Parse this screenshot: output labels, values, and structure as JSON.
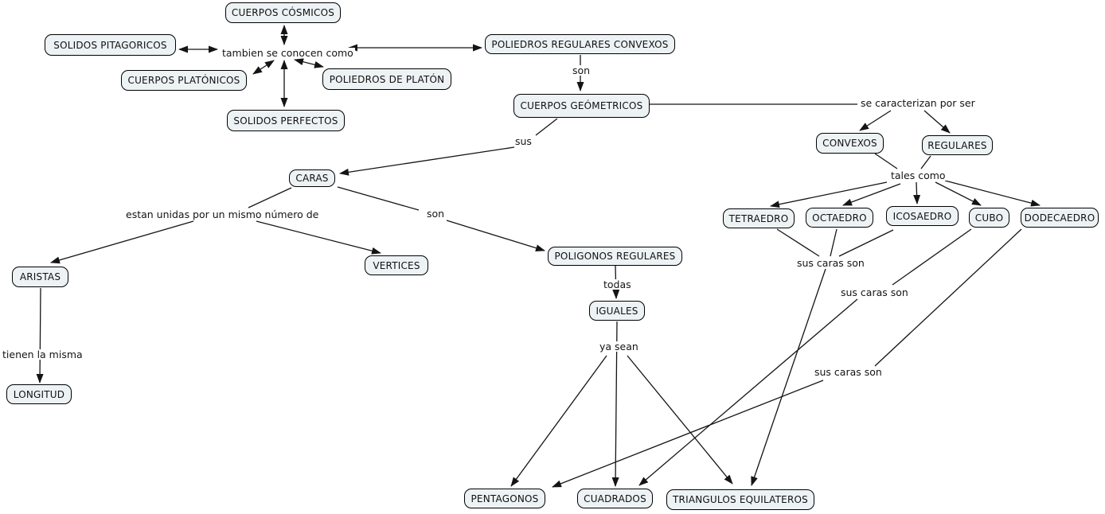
{
  "colors": {
    "background": "#ffffff",
    "node_fill": "#edf2f4",
    "node_border": "#000000",
    "line": "#141414",
    "text": "#111111"
  },
  "nodes": {
    "cuerpos_cosmicos": "CUERPOS CÓSMICOS",
    "solidos_pitagoricos": "SOLIDOS PITAGORICOS",
    "cuerpos_platonicos": "CUERPOS PLATÓNICOS",
    "poliedros_de_platon": "POLIEDROS DE PLATÓN",
    "solidos_perfectos": "SOLIDOS PERFECTOS",
    "poliedros_regulares_convexos": "POLIEDROS REGULARES CONVEXOS",
    "cuerpos_geometricos": "CUERPOS GEÓMETRICOS",
    "convexos": "CONVEXOS",
    "regulares": "REGULARES",
    "tetraedro": "TETRAEDRO",
    "octaedro": "OCTAEDRO",
    "icosaedro": "ICOSAEDRO",
    "cubo": "CUBO",
    "dodecaedro": "DODECAEDRO",
    "caras": "CARAS",
    "aristas": "ARISTAS",
    "vertices": "VERTICES",
    "poligonos_regulares": "POLIGONOS REGULARES",
    "iguales": "IGUALES",
    "longitud": "LONGITUD",
    "pentagonos": "PENTAGONOS",
    "cuadrados": "CUADRADOS",
    "triangulos_equilateros": "TRIANGULOS EQUILATEROS"
  },
  "edge_labels": {
    "tambien_se_conocen_como": "tambien se conocen como",
    "son_1": "son",
    "se_caracterizan_por_ser": "se caracterizan por ser",
    "tales_como": "tales como",
    "sus": "sus",
    "estan_unidas": "estan unidas por un mismo número de",
    "son_2": "son",
    "todas": "todas",
    "ya_sean": "ya sean",
    "tienen_la_misma": "tienen la misma",
    "sus_caras_son_1": "sus caras son",
    "sus_caras_son_2": "sus caras son",
    "sus_caras_son_3": "sus caras son"
  },
  "relationships": [
    {
      "source": "CUERPOS CÓSMICOS",
      "phrase": "tambien se conocen como",
      "targets": [
        "SOLIDOS PITAGORICOS",
        "CUERPOS PLATÓNICOS",
        "POLIEDROS DE PLATÓN",
        "SOLIDOS PERFECTOS",
        "POLIEDROS REGULARES CONVEXOS"
      ],
      "bidirectional": true
    },
    {
      "source": "POLIEDROS REGULARES CONVEXOS",
      "phrase": "son",
      "targets": [
        "CUERPOS GEÓMETRICOS"
      ]
    },
    {
      "source": "CUERPOS GEÓMETRICOS",
      "phrase": "se caracterizan por ser",
      "targets": [
        "CONVEXOS",
        "REGULARES"
      ]
    },
    {
      "source": "CONVEXOS / REGULARES",
      "phrase": "tales como",
      "targets": [
        "TETRAEDRO",
        "OCTAEDRO",
        "ICOSAEDRO",
        "CUBO",
        "DODECAEDRO"
      ]
    },
    {
      "source": "CUERPOS GEÓMETRICOS",
      "phrase": "sus",
      "targets": [
        "CARAS"
      ]
    },
    {
      "source": "CARAS",
      "phrase": "estan unidas por un mismo número de",
      "targets": [
        "ARISTAS",
        "VERTICES"
      ]
    },
    {
      "source": "CARAS",
      "phrase": "son",
      "targets": [
        "POLIGONOS REGULARES"
      ]
    },
    {
      "source": "POLIGONOS REGULARES",
      "phrase": "todas",
      "targets": [
        "IGUALES"
      ]
    },
    {
      "source": "IGUALES",
      "phrase": "ya sean",
      "targets": [
        "PENTAGONOS",
        "CUADRADOS",
        "TRIANGULOS EQUILATEROS"
      ]
    },
    {
      "source": "ARISTAS",
      "phrase": "tienen la misma",
      "targets": [
        "LONGITUD"
      ]
    },
    {
      "source": "TETRAEDRO / OCTAEDRO / ICOSAEDRO",
      "phrase": "sus caras son",
      "targets": [
        "TRIANGULOS EQUILATEROS"
      ]
    },
    {
      "source": "CUBO",
      "phrase": "sus caras son",
      "targets": [
        "CUADRADOS"
      ]
    },
    {
      "source": "DODECAEDRO",
      "phrase": "sus caras son",
      "targets": [
        "PENTAGONOS"
      ]
    }
  ]
}
